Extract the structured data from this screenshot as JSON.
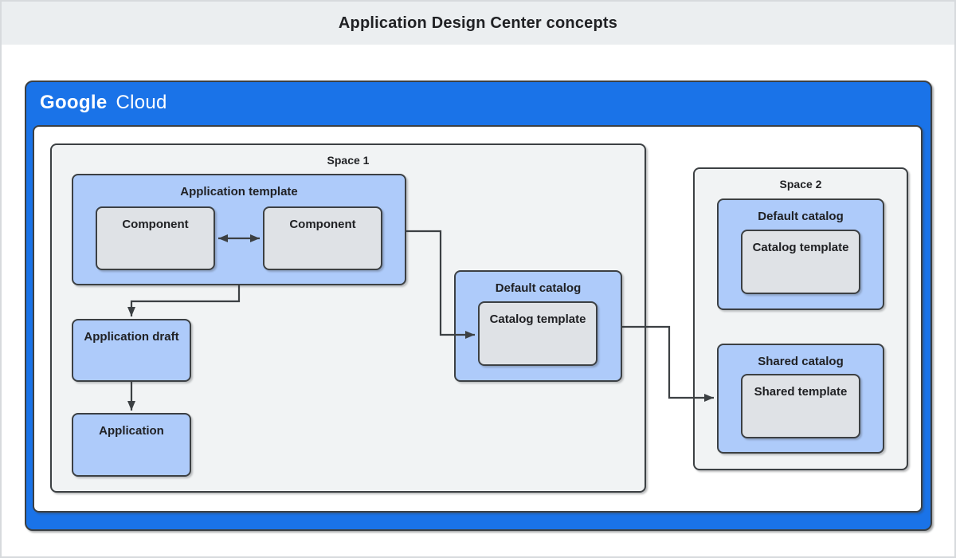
{
  "banner": {
    "title": "Application Design Center concepts"
  },
  "brand": {
    "google": "Google",
    "cloud": "Cloud"
  },
  "colors": {
    "frame_blue": "#1a73e8",
    "box_blue": "#aecbfa",
    "box_gray": "#dfe2e6",
    "space_gray": "#f1f3f4",
    "banner_gray": "#ebeef0",
    "line_dark": "#3c4043",
    "text_dark": "#202124"
  },
  "space1": {
    "label": "Space 1",
    "application_template": {
      "label": "Application template",
      "components": [
        "Component",
        "Component"
      ]
    },
    "application_draft": {
      "label": "Application draft"
    },
    "application": {
      "label": "Application"
    },
    "default_catalog": {
      "label": "Default catalog",
      "template": "Catalog template"
    }
  },
  "space2": {
    "label": "Space 2",
    "default_catalog": {
      "label": "Default catalog",
      "template": "Catalog template"
    },
    "shared_catalog": {
      "label": "Shared catalog",
      "template": "Shared template"
    }
  }
}
